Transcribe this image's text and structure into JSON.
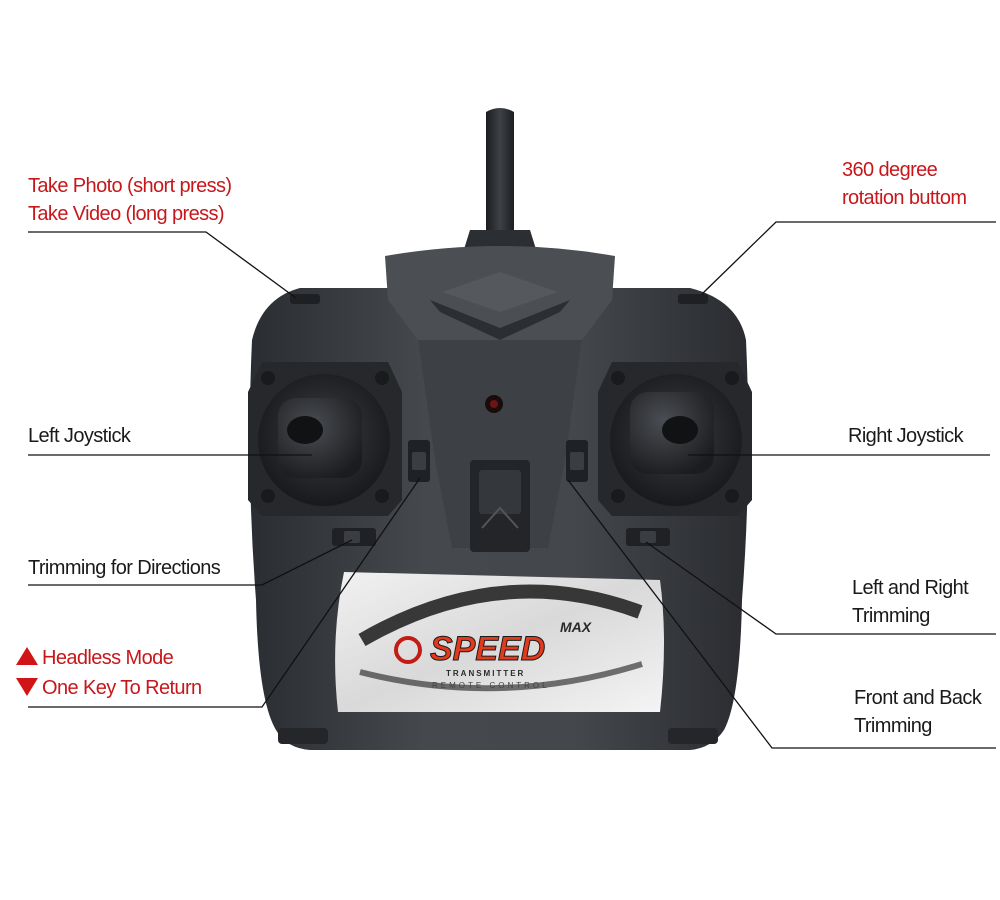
{
  "labels": {
    "take_photo": "Take Photo (short press)",
    "take_video": "Take Video (long press)",
    "rotation_line1": "360 degree",
    "rotation_line2": "rotation buttom",
    "left_joystick": "Left Joystick",
    "right_joystick": "Right Joystick",
    "trimming_directions": "Trimming for Directions",
    "lr_trimming_line1": "Left and Right",
    "lr_trimming_line2": "Trimming",
    "headless_mode": "Headless Mode",
    "one_key_return": "One Key To Return",
    "fb_trimming_line1": "Front and Back",
    "fb_trimming_line2": "Trimming"
  },
  "brand": {
    "name": "SPEED",
    "badge": "MAX",
    "subtitle": "TRANSMITTER",
    "caption": "REMOTE CONTROL"
  },
  "colors": {
    "callout_red": "#c8171b",
    "callout_text": "#1a1a1a",
    "body": "#3a3d42",
    "logo_red": "#e23a1c"
  }
}
